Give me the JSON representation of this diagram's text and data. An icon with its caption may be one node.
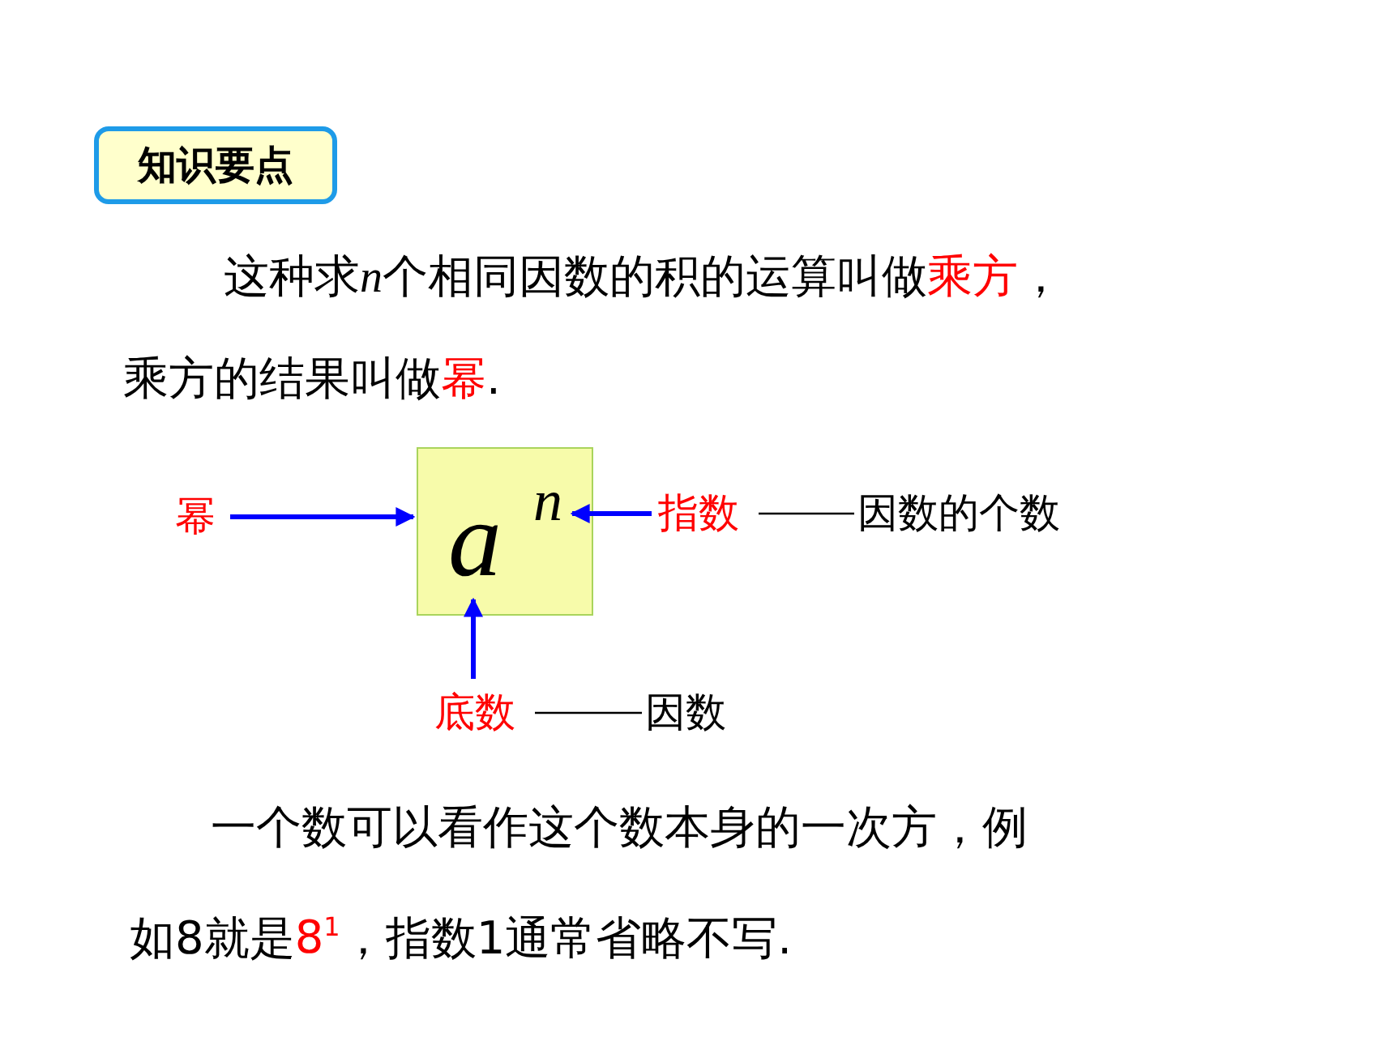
{
  "diagram": {
    "nodes": [
      {
        "text": [
          "知识要点"
        ]
      },
      {
        "text": [],
        "shape": "box"
      },
      {
        "text": [
          "a"
        ],
        "in": 1
      },
      {
        "text": [
          "n"
        ],
        "in": 1
      },
      {
        "text": [
          "幂"
        ]
      },
      {
        "text": [
          "指数"
        ]
      },
      {
        "text": [
          "因数的个数"
        ]
      },
      {
        "text": [
          "底数"
        ]
      },
      {
        "text": [
          "因数"
        ]
      }
    ],
    "edges": [
      {
        "from": 4,
        "to": 1,
        "arrow": "to"
      },
      {
        "from": 5,
        "to": 3,
        "arrow": "to"
      },
      {
        "from": 7,
        "to": 2,
        "arrow": "to"
      },
      {
        "from": 5,
        "to": 6,
        "arrow": "none",
        "color": "#000000"
      },
      {
        "from": 7,
        "to": 8,
        "arrow": "none",
        "color": "#000000"
      }
    ],
    "labels": [
      "这种求",
      "n",
      "个相同因数的积的运算叫做",
      "乘方",
      "，乘方的结果叫做",
      "幂",
      ".",
      "一个数可以看作这个数本身的一次方，例如8就是",
      "8$^{1}$",
      "，指数1通常省略不写."
    ]
  }
}
